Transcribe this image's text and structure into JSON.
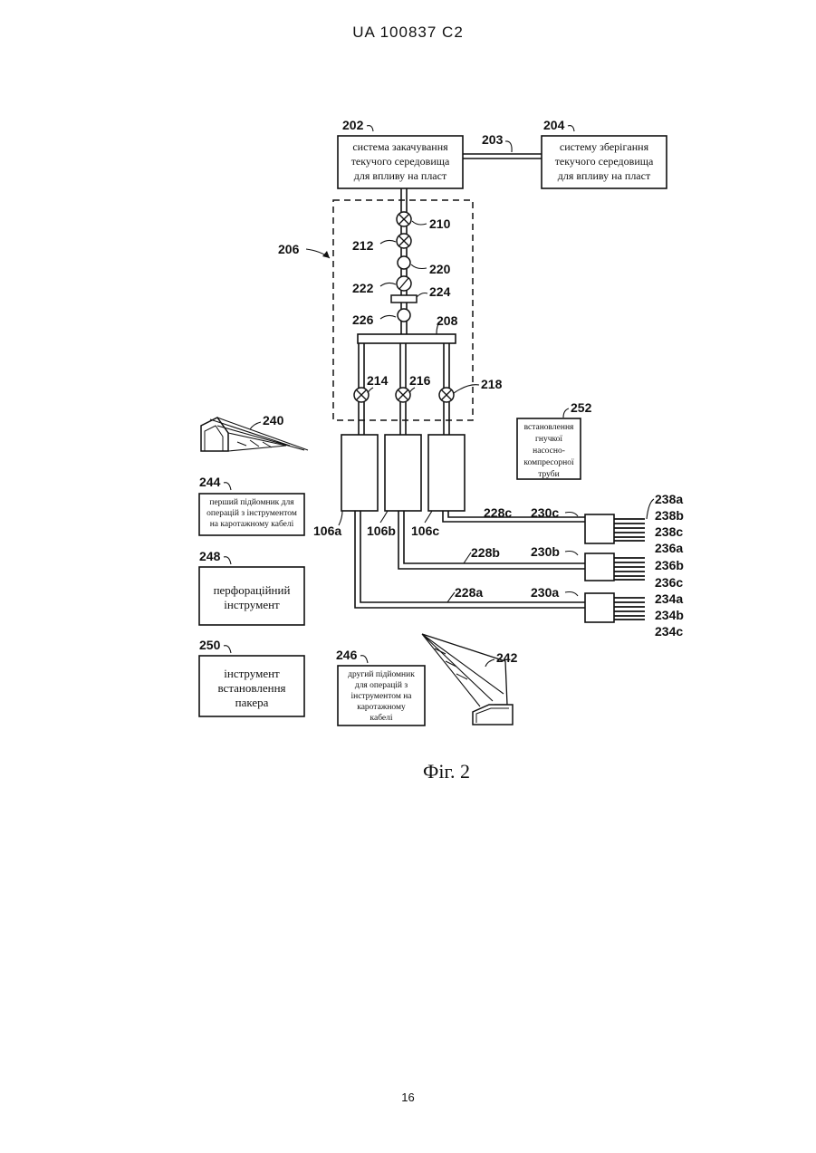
{
  "header": {
    "text": "UA   100837   C2"
  },
  "page_number": "16",
  "figure": {
    "caption": "Фіг. 2",
    "boxes": {
      "b202": {
        "ref": "202",
        "lines": [
          "система закачування",
          "текучого середовища",
          "для впливу на пласт"
        ]
      },
      "b204": {
        "ref": "204",
        "lines": [
          "систему зберігання",
          "текучого середовища",
          "для впливу на пласт"
        ]
      },
      "b252": {
        "ref": "252",
        "lines": [
          "встановлення",
          "гнучкої",
          "насосно-",
          "компресорної",
          "труби"
        ]
      },
      "b244": {
        "ref": "244",
        "lines": [
          "перший підйомник для",
          "операцій з інструментом",
          "на каротажному кабелі"
        ]
      },
      "b248": {
        "ref": "248",
        "lines": [
          "перфораційний",
          "інструмент"
        ]
      },
      "b250": {
        "ref": "250",
        "lines": [
          "інструмент",
          "встановлення",
          "пакера"
        ]
      },
      "b246": {
        "ref": "246",
        "lines": [
          "другий підйомник",
          "для операцій з",
          "інструментом на",
          "каротажному",
          "кабелі"
        ]
      }
    },
    "refs": {
      "r203": "203",
      "r206": "206",
      "r208": "208",
      "r210": "210",
      "r212": "212",
      "r220": "220",
      "r222": "222",
      "r224": "224",
      "r226": "226",
      "r214": "214",
      "r216": "216",
      "r218": "218",
      "r240": "240",
      "r242": "242",
      "r106a": "106a",
      "r106b": "106b",
      "r106c": "106c",
      "r228a": "228a",
      "r228b": "228b",
      "r228c": "228c",
      "r230a": "230a",
      "r230b": "230b",
      "r230c": "230c",
      "r234a": "234a",
      "r234b": "234b",
      "r234c": "234c",
      "r236a": "236a",
      "r236b": "236b",
      "r236c": "236c",
      "r238a": "238a",
      "r238b": "238b",
      "r238c": "238c"
    }
  }
}
